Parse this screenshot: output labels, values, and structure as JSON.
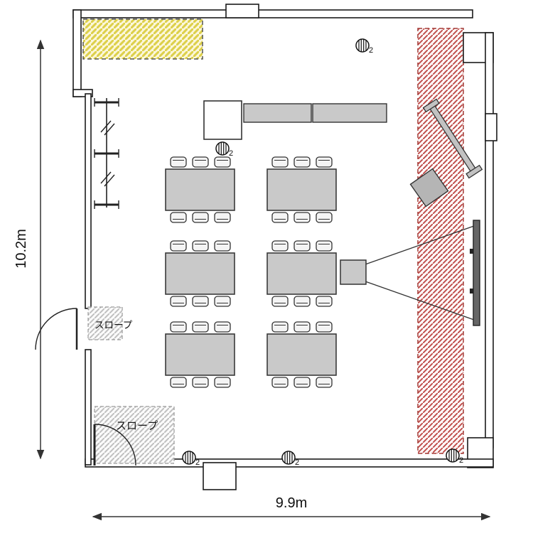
{
  "floor_plan": {
    "dimensions": {
      "height": "10.2m",
      "width": "9.9m"
    },
    "labels": {
      "slope_upper": "スロープ",
      "slope_lower": "スロープ"
    },
    "outlet": {
      "subscript": "2"
    },
    "colors": {
      "wall_line": "#1a1a1a",
      "furniture_fill": "#c9c9c9",
      "yellow_zone_line": "#ddd04a",
      "yellow_zone_bg": "#fbf7da",
      "red_zone_line": "#c0504d",
      "slope_zone_line": "#c0c0c0",
      "screen_fill": "#666666"
    },
    "counts": {
      "tables": 6,
      "chairs_per_table": 6,
      "floor_outlets": 5,
      "doors": 2
    }
  }
}
